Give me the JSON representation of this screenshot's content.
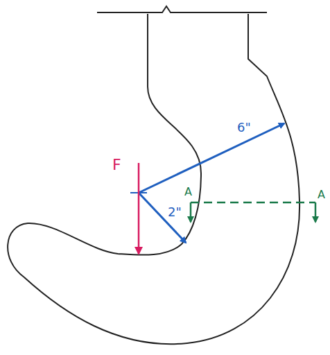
{
  "diagram": {
    "labels": [
      "F",
      "6\"",
      "2\"",
      "A",
      "A"
    ]
  }
}
